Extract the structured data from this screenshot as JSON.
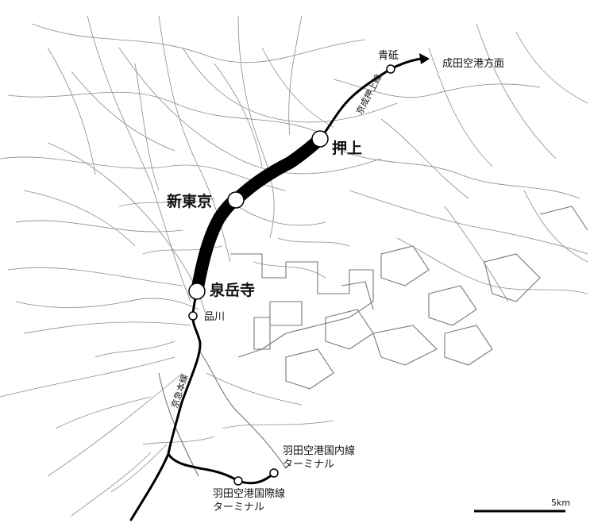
{
  "stations": {
    "aoto": "青砥",
    "oshiage": "押上",
    "shin_tokyo": "新東京",
    "sengakuji": "泉岳寺",
    "shinagawa": "品川",
    "haneda_domestic": "羽田空港国内線\nターミナル",
    "haneda_international": "羽田空港国際線\nターミナル"
  },
  "lines": {
    "keisei_oshiage": "京成押上線",
    "keikyu_main": "京急本線"
  },
  "direction": {
    "narita": "成田空港方面"
  },
  "scale": {
    "label": "5km"
  },
  "colors": {
    "line": "#000000",
    "background_streets": "#8a8a8a",
    "station_fill": "#ffffff"
  }
}
